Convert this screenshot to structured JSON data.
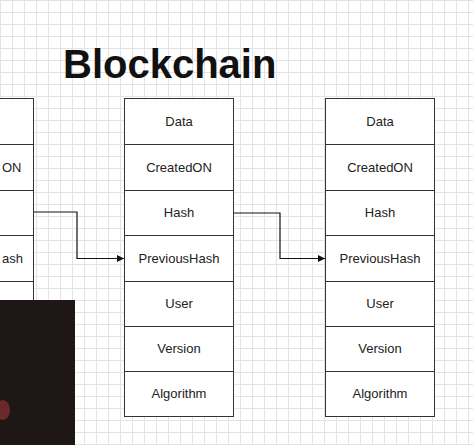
{
  "diagram": {
    "title": "Blockchain",
    "nodes": [
      {
        "text": [
          "ON",
          "ash"
        ]
      },
      {
        "text": [
          "Data"
        ]
      },
      {
        "text": [
          "CreatedON"
        ]
      },
      {
        "text": [
          "Hash"
        ]
      },
      {
        "text": [
          "PreviousHash"
        ]
      },
      {
        "text": [
          "User"
        ]
      },
      {
        "text": [
          "Version"
        ]
      },
      {
        "text": [
          "Algorithm"
        ]
      },
      {
        "text": [
          "Data"
        ]
      },
      {
        "text": [
          "CreatedON"
        ]
      },
      {
        "text": [
          "Hash"
        ]
      },
      {
        "text": [
          "PreviousHash"
        ]
      },
      {
        "text": [
          "User"
        ]
      },
      {
        "text": [
          "Version"
        ]
      },
      {
        "text": [
          "Algorithm"
        ]
      }
    ],
    "edges": [
      {
        "from": 0,
        "to": 4,
        "arrow": "to"
      },
      {
        "from": 3,
        "to": 11,
        "arrow": "to"
      }
    ]
  }
}
